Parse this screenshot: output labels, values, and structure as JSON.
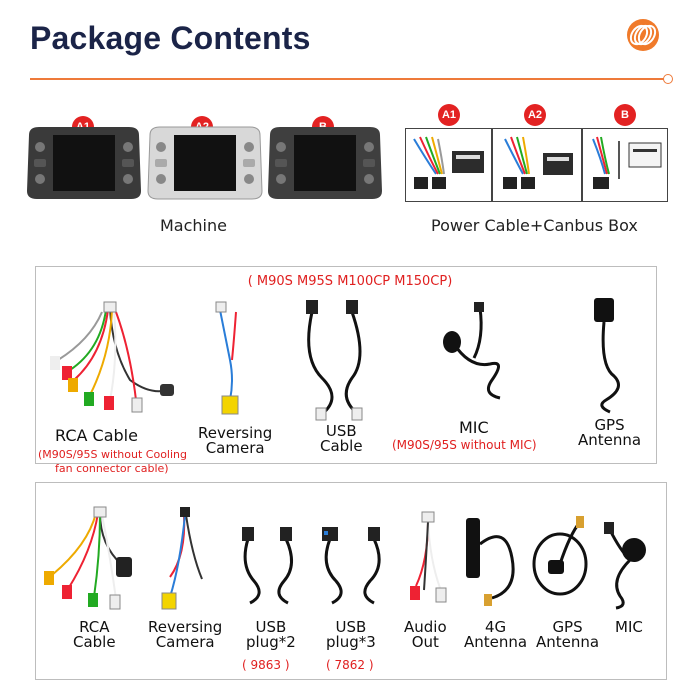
{
  "header": {
    "title": "Package Contents"
  },
  "top": {
    "machine_badges": [
      "A1",
      "A2",
      "B"
    ],
    "machine_label": "Machine",
    "cable_badges": [
      "A1",
      "A2",
      "B"
    ],
    "cable_label": "Power Cable+Canbus Box"
  },
  "section1": {
    "models": "( M90S M95S M100CP M150CP)",
    "rca": {
      "label": "RCA Cable",
      "note1": "(M90S/95S without Cooling",
      "note2": "fan connector cable)"
    },
    "reversing": {
      "line1": "Reversing",
      "line2": "Camera"
    },
    "usb": {
      "line1": "USB",
      "line2": "Cable"
    },
    "mic": {
      "label": "MIC",
      "note": "(M90S/95S without MIC)"
    },
    "gps": {
      "line1": "GPS",
      "line2": "Antenna"
    }
  },
  "section2": {
    "rca": {
      "line1": "RCA",
      "line2": "Cable"
    },
    "reversing": {
      "line1": "Reversing",
      "line2": "Camera"
    },
    "usb2": {
      "line1": "USB",
      "line2": "plug*2",
      "note": "( 9863 )"
    },
    "usb3": {
      "line1": "USB",
      "line2": "plug*3",
      "note": "( 7862 )"
    },
    "audio": {
      "line1": "Audio",
      "line2": "Out"
    },
    "lte": {
      "line1": "4G",
      "line2": "Antenna"
    },
    "gps": {
      "line1": "GPS",
      "line2": "Antenna"
    },
    "mic": {
      "line1": "MIC"
    }
  },
  "colors": {
    "title": "#1b2448",
    "accent": "#ee7a3a",
    "badge": "#e32222",
    "note": "#e02020"
  }
}
